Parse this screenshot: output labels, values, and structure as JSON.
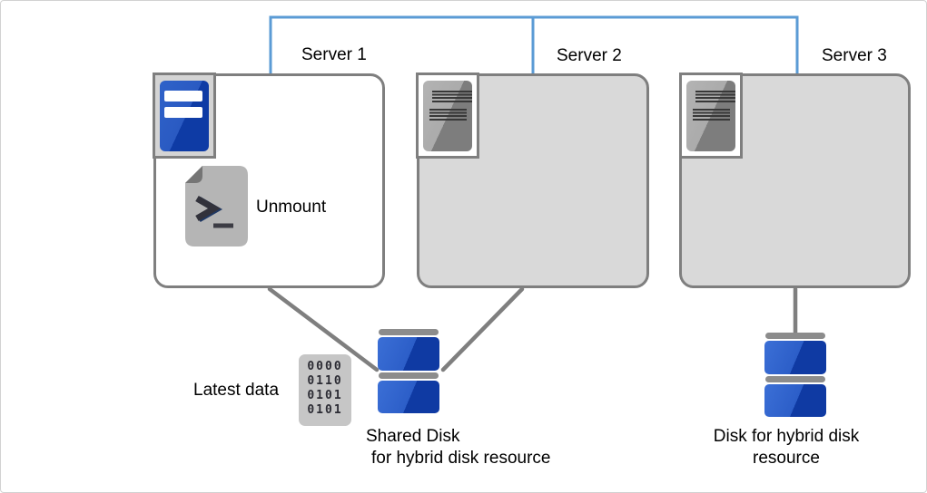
{
  "diagram": {
    "servers": [
      {
        "label": "Server 1",
        "state": "active"
      },
      {
        "label": "Server 2",
        "state": "standby"
      },
      {
        "label": "Server 3",
        "state": "standby"
      }
    ],
    "unmount_label": "Unmount",
    "latest_data_label": "Latest data",
    "binary_icon": {
      "rows": [
        "0000",
        "0110",
        "0101",
        "0101"
      ]
    },
    "shared_disk_label": {
      "line1": "Shared Disk",
      "line2": "for hybrid disk resource"
    },
    "hybrid_disk_label": {
      "line1": "Disk for hybrid disk",
      "line2": "resource"
    },
    "colors": {
      "interconnect_blue": "#5b9bd5",
      "outline_gray": "#7f7f7f",
      "active_server_fill": "#ffffff",
      "standby_server_fill": "#d9d9d9",
      "disk_blue_light": "#2f62c9",
      "disk_blue_dark": "#0e3ba5"
    }
  }
}
